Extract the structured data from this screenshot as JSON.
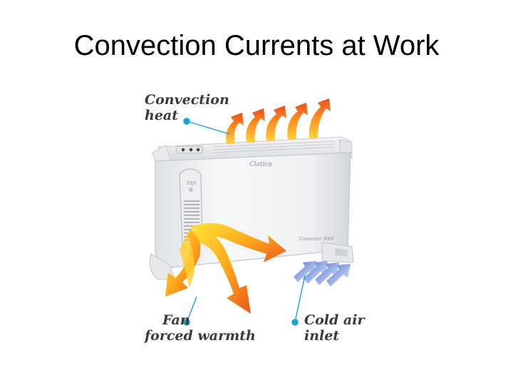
{
  "title": "Convection Currents at Work",
  "heater": {
    "brand": "Clatico",
    "model": "Convector 3000",
    "fan_label": "FAN"
  },
  "callouts": {
    "convection": {
      "line1": "Convection",
      "line2": "heat"
    },
    "fan": {
      "line1": "Fan",
      "line2": "forced warmth"
    },
    "cold": {
      "line1": "Cold air",
      "line2": "inlet"
    }
  },
  "colors": {
    "leader": "#1aa3d6",
    "warm_arrow": "#f26a1b",
    "cold_arrow": "#5a7fd8",
    "callout_text": "#3a3a3a"
  }
}
